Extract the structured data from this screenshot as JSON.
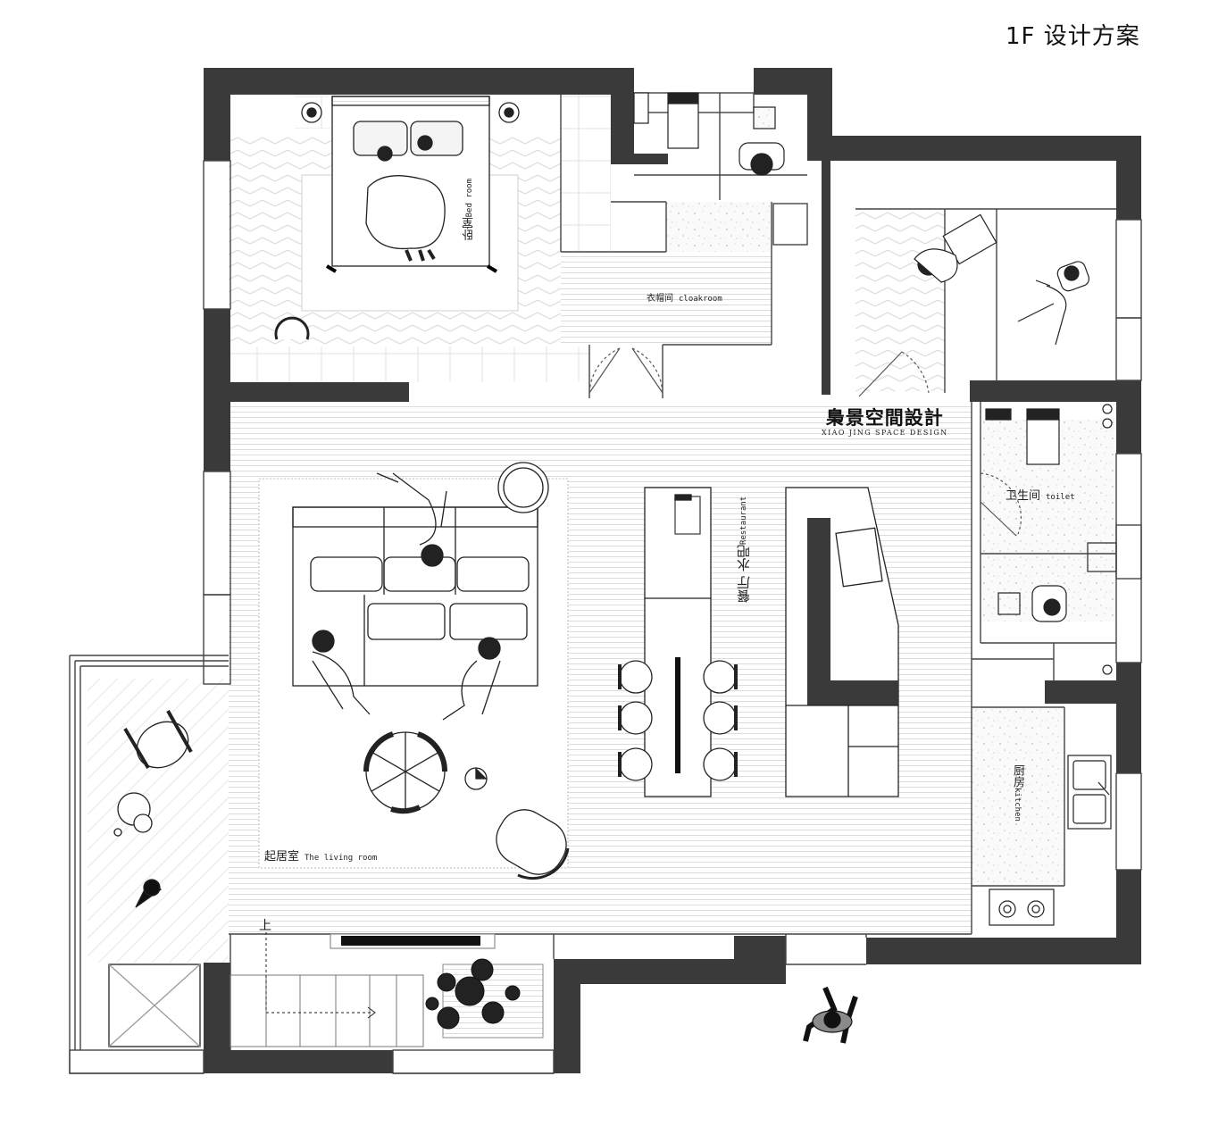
{
  "plan": {
    "title": "1F 设计方案",
    "brand": {
      "name_cn": "梟景空間設計",
      "name_en": "XIAO JING SPACE DESIGN"
    },
    "rooms": {
      "bedroom": {
        "cn": "卧室",
        "en": "Bed room"
      },
      "cloakroom": {
        "cn": "衣帽间",
        "en": "cloakroom"
      },
      "restaurant": {
        "cn": "餐厅 水吧",
        "en": "Restaurant"
      },
      "toilet": {
        "cn": "卫生间",
        "en": "toilet"
      },
      "kitchen": {
        "cn": "厨房",
        "en": "kitchen"
      },
      "living": {
        "cn": "起居室",
        "en": "The living room"
      }
    },
    "stair_label": "上",
    "colors": {
      "wall": "#3a3a3b",
      "line": "#555555",
      "floor_line": "#d9d9d9",
      "terrazzo": "#f2f2f2"
    }
  }
}
